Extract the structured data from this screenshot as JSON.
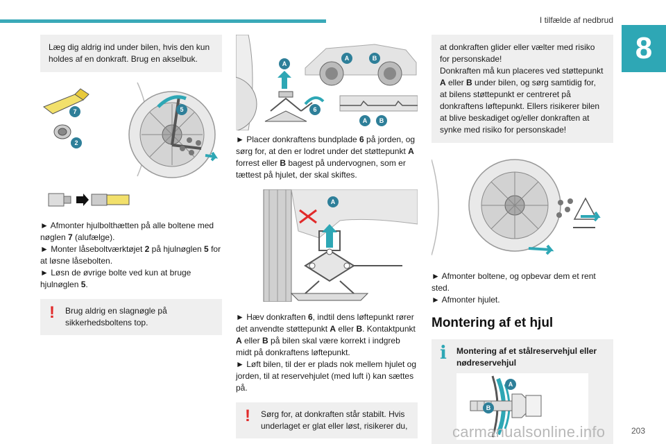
{
  "header": {
    "section_title": "I tilfælde af nedbrud",
    "chapter_number": "8"
  },
  "footer": {
    "page_number": "203",
    "watermark": "carmanualsonline.info"
  },
  "col1": {
    "intro_box": "Læg dig aldrig ind under bilen, hvis den kun holdes af en donkraft. Brug en akselbuk.",
    "fig1_labels": {
      "n7": "7",
      "n2": "2",
      "n5": "5"
    },
    "steps": [
      {
        "arrow": "►",
        "pre": "Afmonter hjulbolthætten på alle boltene med nøglen ",
        "bold": "7",
        "post": " (alufælge)."
      },
      {
        "arrow": "►",
        "pre": "Monter låseboltværktøjet ",
        "bold": "2",
        "mid": " på hjulnøglen ",
        "bold2": "5",
        "post": " for at løsne låsebolten."
      },
      {
        "arrow": "►",
        "pre": "Løsn de øvrige bolte ved kun at bruge hjulnøglen ",
        "bold": "5",
        "post": "."
      }
    ],
    "warn": "Brug aldrig en slagnøgle på sikkerhedsboltens top."
  },
  "col2": {
    "fig_labels": {
      "a": "A",
      "b": "B",
      "n6": "6"
    },
    "step1": {
      "arrow": "►",
      "t1": "Placer donkraftens bundplade ",
      "b1": "6",
      "t2": " på jorden, og sørg for, at den er lodret under det støttepunkt ",
      "b2": "A",
      "t3": " forrest eller ",
      "b3": "B",
      "t4": " bagest på undervognen, som er tættest på hjulet, der skal skiftes."
    },
    "step2": {
      "arrow": "►",
      "t1": "Hæv donkraften ",
      "b1": "6",
      "t2": ", indtil dens løftepunkt rører det anvendte støttepunkt ",
      "b2": "A",
      "t3": " eller ",
      "b3": "B",
      "t4": ". Kontaktpunkt ",
      "b4": "A",
      "t5": " eller ",
      "b5": "B",
      "t6": " på bilen skal være korrekt i indgreb midt på donkraftens løftepunkt."
    },
    "step3": {
      "arrow": "►",
      "text": "Løft bilen, til der er plads nok mellem hjulet og jorden, til at reservehjulet (med luft i) kan sættes på."
    },
    "warn": "Sørg for, at donkraften står stabilt. Hvis underlaget er glat eller løst, risikerer du,"
  },
  "col3": {
    "cont_box": {
      "t1": "at donkraften glider eller vælter med risiko for personskade!",
      "t2": "Donkraften må kun placeres ved støttepunkt ",
      "b1": "A",
      "t3": " eller ",
      "b2": "B",
      "t4": " under bilen, og sørg samtidig for, at bilens støttepunkt er centreret på donkraftens løftepunkt. Ellers risikerer bilen at blive beskadiget og/eller donkraften at synke med risiko for personskade!"
    },
    "steps": [
      {
        "arrow": "►",
        "text": "Afmonter boltene, og opbevar dem et rent sted."
      },
      {
        "arrow": "►",
        "text": "Afmonter hjulet."
      }
    ],
    "heading": "Montering af et hjul",
    "info_title": "Montering af et stålreservehjul eller nødreservehjul",
    "fig_labels": {
      "a": "A",
      "b": "B"
    }
  },
  "colors": {
    "accent": "#2ea7b5",
    "warning": "#e12a2a",
    "badge": "#2e7f99",
    "box": "#efefef"
  }
}
